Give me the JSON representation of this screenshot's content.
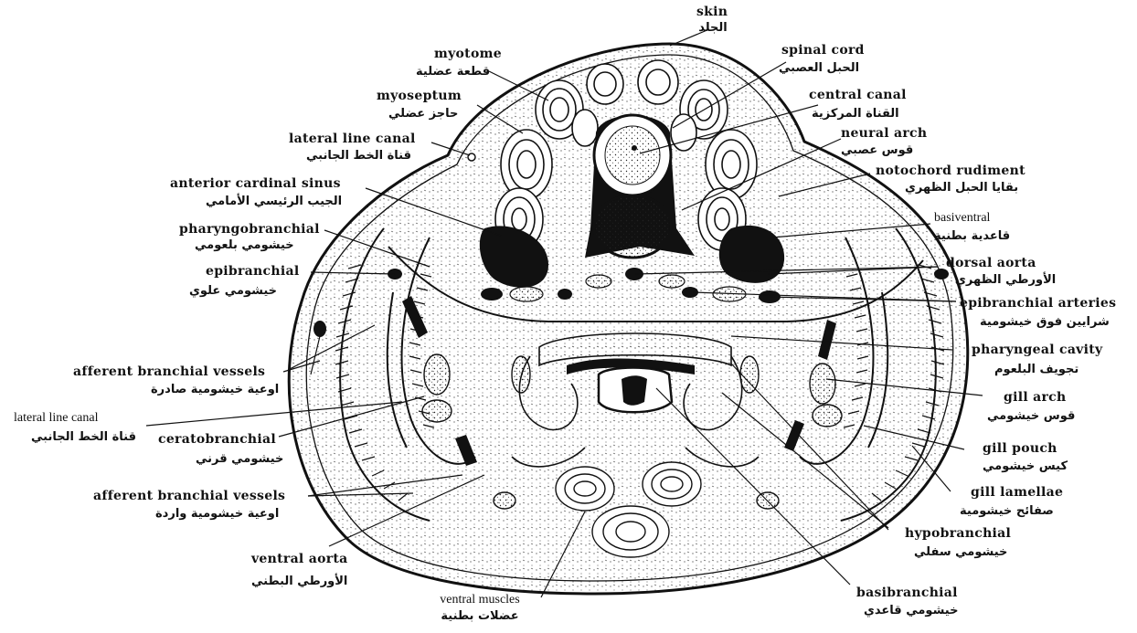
{
  "labels": {
    "skin": {
      "en": "skin",
      "ar": "الجلد"
    },
    "myotome": {
      "en": "myotome",
      "ar": "قطعة عضلية"
    },
    "myoseptum": {
      "en": "myoseptum",
      "ar": "حاجز عضلي"
    },
    "lateral_line_canal_top": {
      "en": "lateral line canal",
      "ar": "قناة الخط الجانبي"
    },
    "anterior_cardinal_sinus": {
      "en": "anterior cardinal sinus",
      "ar": "الجيب الرئيسي الأمامي"
    },
    "pharyngobranchial": {
      "en": "pharyngobranchial",
      "ar": "خيشومي بلعومي"
    },
    "epibranchial": {
      "en": "epibranchial",
      "ar": "خيشومي علوي"
    },
    "afferent_branchial_vessels_top": {
      "en": "afferent branchial vessels",
      "ar": "اوعية خيشومية صادرة"
    },
    "lateral_line_canal_left": {
      "en": "lateral line canal",
      "ar": "قناة الخط الجانبي"
    },
    "ceratobranchial": {
      "en": "ceratobranchial",
      "ar": "خيشومي قرني"
    },
    "afferent_branchial_vessels_bottom": {
      "en": "afferent branchial vessels",
      "ar": "اوعية خيشومية واردة"
    },
    "ventral_aorta": {
      "en": "ventral aorta",
      "ar": "الأورطي البطني"
    },
    "ventral_muscles": {
      "en": "ventral muscles",
      "ar": "عضلات بطنية"
    },
    "basibranchial": {
      "en": "basibranchial",
      "ar": "خيشومي قاعدي"
    },
    "hypobranchial": {
      "en": "hypobranchial",
      "ar": "خيشومي سفلي"
    },
    "gill_lamellae": {
      "en": "gill lamellae",
      "ar": "صفائح خيشومية"
    },
    "gill_pouch": {
      "en": "gill pouch",
      "ar": "كيس خيشومي"
    },
    "gill_arch": {
      "en": "gill arch",
      "ar": "قوس خيشومي"
    },
    "pharyngeal_cavity": {
      "en": "pharyngeal cavity",
      "ar": "تجويف البلعوم"
    },
    "epibranchial_arteries": {
      "en": "epibranchial arteries",
      "ar": "شرايين فوق خيشومية"
    },
    "dorsal_aorta": {
      "en": "dorsal aorta",
      "ar": "الأورطي الظهري"
    },
    "basiventral": {
      "en": "basiventral",
      "ar": "قاعدية بطنية"
    },
    "notochord_rudiment": {
      "en": "notochord rudiment",
      "ar": "بقايا الحبل الظهري"
    },
    "neural_arch": {
      "en": "neural arch",
      "ar": "قوس عصبي"
    },
    "central_canal": {
      "en": "central canal",
      "ar": "القناة المركزية"
    },
    "spinal_cord": {
      "en": "spinal cord",
      "ar": "الحبل العصبي"
    }
  },
  "colors": {
    "ink": "#111111",
    "paper": "#ffffff"
  }
}
